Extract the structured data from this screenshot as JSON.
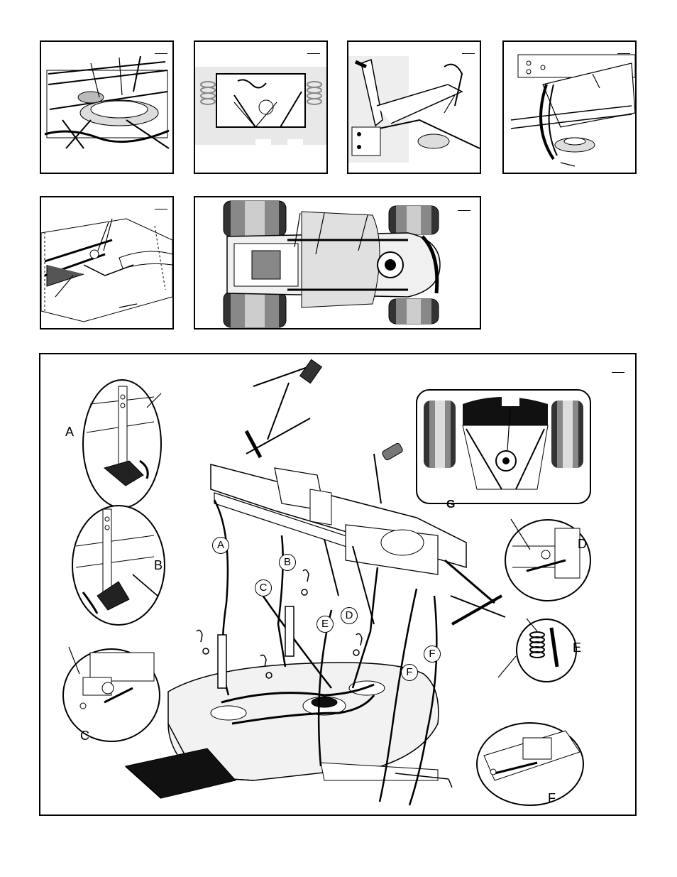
{
  "figure": {
    "detail_letters": [
      "A",
      "B",
      "C",
      "D",
      "E",
      "F",
      "G"
    ],
    "route_labels": {
      "a": "A",
      "b": "B",
      "c": "C",
      "d": "D",
      "e": "E",
      "f1": "F",
      "f2": "F"
    },
    "callout_labels": {
      "a": "A",
      "b": "B",
      "c": "C",
      "d": "D",
      "e": "E",
      "f": "F",
      "g": "G"
    }
  },
  "colors": {
    "ink": "#000000",
    "gray": "#bfbfbf",
    "light": "#e6e6e6",
    "deck": "#f2f2f2"
  }
}
